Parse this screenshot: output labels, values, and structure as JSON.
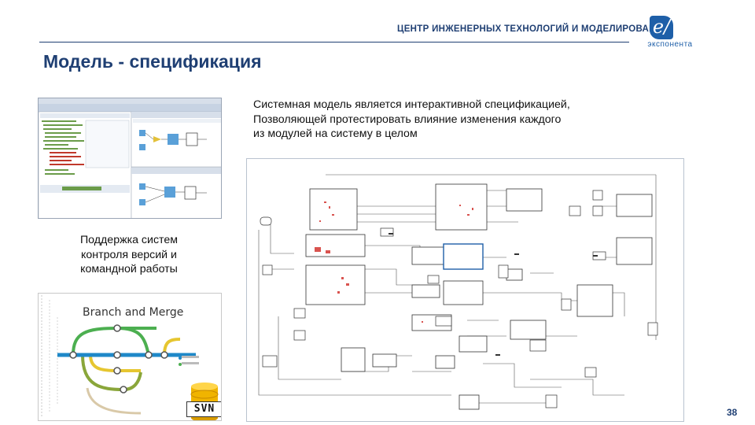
{
  "header": {
    "company": "ЦЕНТР ИНЖЕНЕРНЫХ ТЕХНОЛОГИЙ И МОДЕЛИРОВАНИЯ",
    "logo_mark": "e/",
    "logo_text": "экспонента"
  },
  "title": "Модель - спецификация",
  "description": [
    "Системная модель является интерактивной спецификацией,",
    "Позволяющей протестировать влияние изменения каждого",
    "из модулей на систему в целом"
  ],
  "version_control_caption": [
    "Поддержка систем",
    "контроля версий и",
    "командной работы"
  ],
  "branch_panel": {
    "title": "Branch and Merge",
    "svn_label": "SVN"
  },
  "page_number": "38",
  "colors": {
    "brand": "#1f3f73",
    "logo": "#1e5fa8",
    "branch_green": "#4caf50",
    "branch_blue": "#1e88c8",
    "branch_yellow": "#e6c630",
    "branch_olive": "#8aa63a"
  }
}
